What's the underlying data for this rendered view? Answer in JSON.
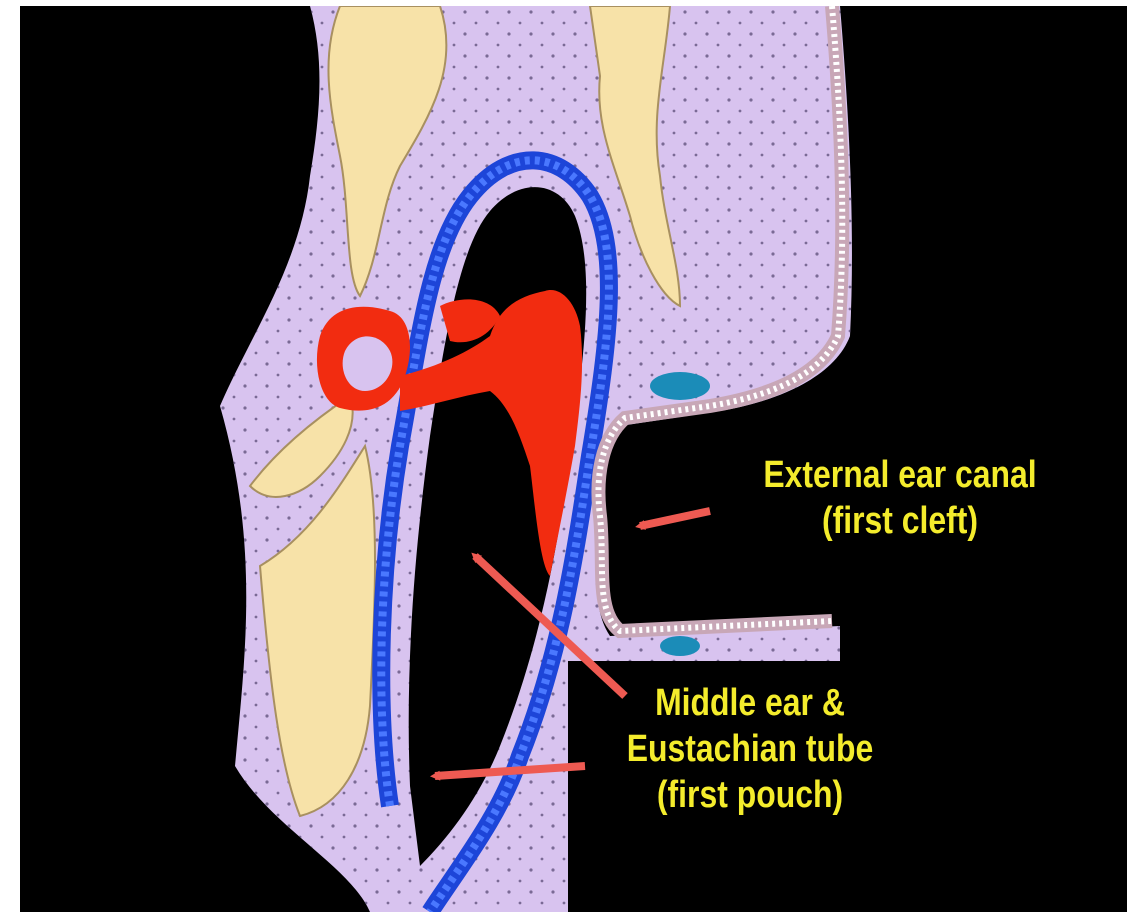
{
  "labels": {
    "external_canal": {
      "line1": "External ear canal",
      "line2": "(first cleft)"
    },
    "middle_ear": {
      "line1": "Middle ear &",
      "line2": "Eustachian tube",
      "line3": "(first pouch)"
    }
  },
  "colors": {
    "background": "#000000",
    "mesenchyme": "#d8c3ef",
    "bone": "#f7e2a8",
    "endoderm": "#1d45d8",
    "ectoderm": "#c8a7b7",
    "ossicles": "#f22c10",
    "vessel": "#1b8cb8",
    "label_text": "#f4ec2c",
    "arrow": "#ee5a52"
  }
}
